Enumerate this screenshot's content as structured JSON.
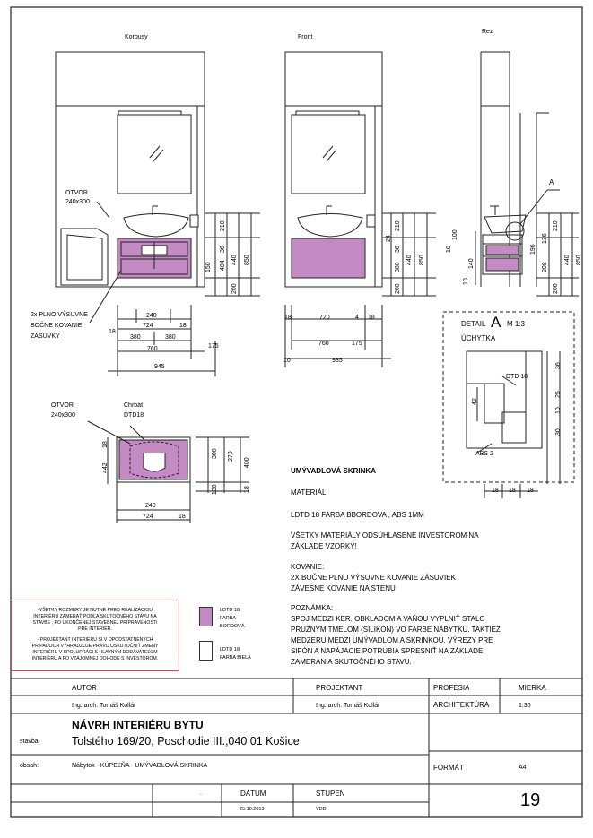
{
  "views": {
    "korpusy": "Korpusy",
    "front": "Front",
    "rez": "Rez"
  },
  "annotations": {
    "otvor_top_label": "OTVOR",
    "otvor_top_size": "240x300",
    "drawer_note_1": "2x PLNO VÝSUVNE",
    "drawer_note_2": "BOČNE KOVANIE",
    "drawer_note_3": "ZÁSUVKY",
    "otvor_plan_label": "OTVOR",
    "otvor_plan_size": "240x300",
    "chrbat_label": "Chrbát",
    "chrbat_material": "DTD18",
    "detail_marker": "A"
  },
  "dimensions": {
    "korpusy_h": [
      "210",
      "36",
      "440",
      "850",
      "150",
      "404",
      "200"
    ],
    "korpusy_w": [
      "240",
      "724",
      "18",
      "18",
      "380",
      "380",
      "760",
      "175",
      "945"
    ],
    "front_h": [
      "210",
      "36",
      "24",
      "380",
      "440",
      "850",
      "200"
    ],
    "front_w": [
      "18",
      "720",
      "4",
      "18",
      "760",
      "175",
      "10",
      "935"
    ],
    "rez_h": [
      "10",
      "100",
      "10",
      "140",
      "196",
      "136",
      "208",
      "210",
      "440",
      "850",
      "200"
    ],
    "plan_h": [
      "18",
      "442",
      "300",
      "270",
      "400",
      "130",
      "18"
    ],
    "plan_w": [
      "240",
      "724",
      "18"
    ]
  },
  "detail": {
    "title": "DETAIL",
    "letter": "A",
    "scale": "M 1:3",
    "subtitle": "ÚCHYTKA",
    "material_a": "DTD 18",
    "material_b": "ABS 2",
    "dims_v": [
      "36",
      "25",
      "10",
      "30",
      "42"
    ],
    "dims_h": [
      "18",
      "18",
      "18"
    ]
  },
  "spec": {
    "title": "UMÝVADLOVÁ SKRINKA",
    "material_label": "MATERIÁL:",
    "material_text": "LDTD 18 FARBA BBORDOVA , ABS 1MM",
    "approval_1": "VŠETKY MATERIÁLY ODSÚHLASENE INVESTOROM NA",
    "approval_2": "ZÁKLADE VZORKY!",
    "kovanie_label": "KOVANIE:",
    "kovanie_1": "2X BOČNE PLNO VÝSUVNE KOVANIE ZÁSUVIEK",
    "kovanie_2": "ZÁVESNE KOVANIE NA STENU",
    "poznamka_label": "POZNÁMKA:",
    "poznamka_1": "SPOJ MEDZI KER. OBKLADOM A VAŇOU VYPLNIŤ STALO",
    "poznamka_2": "PRUŽNÝM TMELOM (SILIKÓN) VO FARBE NÁBYTKU. TAKTIEŽ",
    "poznamka_3": "MEDZERU MEDZI UMÝVADLOM A SKRINKOU. VÝREZY PRE",
    "poznamka_4": "SIFÓN A NAPÁJACIE POTRUBIA SPRESNIŤ NA ZÁKLADE",
    "poznamka_5": "ZAMERANIA SKUTOČNÉHO STAVU."
  },
  "note_box": {
    "p1_l1": "-VŠETKY ROZMERY JE NUTNÉ PRED REALIZÁCIOU",
    "p1_l2": "INTERIÉRU ZAMERAŤ PODĽA SKUTOČNÉHO STAVU NA",
    "p1_l3": "STAVBE , PO UKONČENEJ STAVEBNEJ PRIPRAVENOSTI",
    "p1_l4": "PRE INTERIÉR.",
    "p2_l1": "- PROJEKTANT INTERIÉRU SI V OPODSTATNENÝCH",
    "p2_l2": "PRÍPADOCH VYHRADZUJE PRÁVO USKUTOČNIŤ ZMENY",
    "p2_l3": "INTERIÉRU V SPOLUPRÁCI S HLAVNÝM DODÁVATEĽOM",
    "p2_l4": "INTERIÉRU A PO VZÁJOMNEJ DOHODE S INVESTOROM."
  },
  "legend": [
    {
      "line1": "LDTD 18",
      "line2": "FARBA",
      "line3": "BORDOVÁ",
      "color": "#c48ac4"
    },
    {
      "line1": "LDTD 18",
      "line2": "FARBA BIELA",
      "line3": "",
      "color": "#ffffff"
    }
  ],
  "title_block": {
    "autor_label": "AUTOR",
    "autor_value": "Ing. arch. Tomáš Kollár",
    "projektant_label": "PROJEKTANT",
    "projektant_value": "Ing. arch. Tomáš Kollár",
    "profesia_label": "PROFESIA",
    "profesia_value": "ARCHITEKTÚRA",
    "mierka_label": "MIERKA",
    "mierka_value": "1:30",
    "project_title": "NÁVRH INTERIÉRU BYTU",
    "stavba_label": "stavba:",
    "stavba_value": "Tolstého 169/20, Poschodie III.,040 01 Košice",
    "obsah_label": "obsah:",
    "obsah_value": "Nábytok - KÚPEĽŇA - UMÝVADLOVÁ SKRINKA",
    "format_label": "FORMÁT",
    "format_value": "A4",
    "dot": ".",
    "datum_label": "DÁTUM",
    "datum_value": "25.10.2013",
    "stupen_label": "STUPEŇ",
    "stupen_value": "VDD",
    "sheet_number": "19"
  },
  "colors": {
    "cabinet": "#c48ac4",
    "red_mark": "#d44a4a",
    "frame": "#222222"
  }
}
